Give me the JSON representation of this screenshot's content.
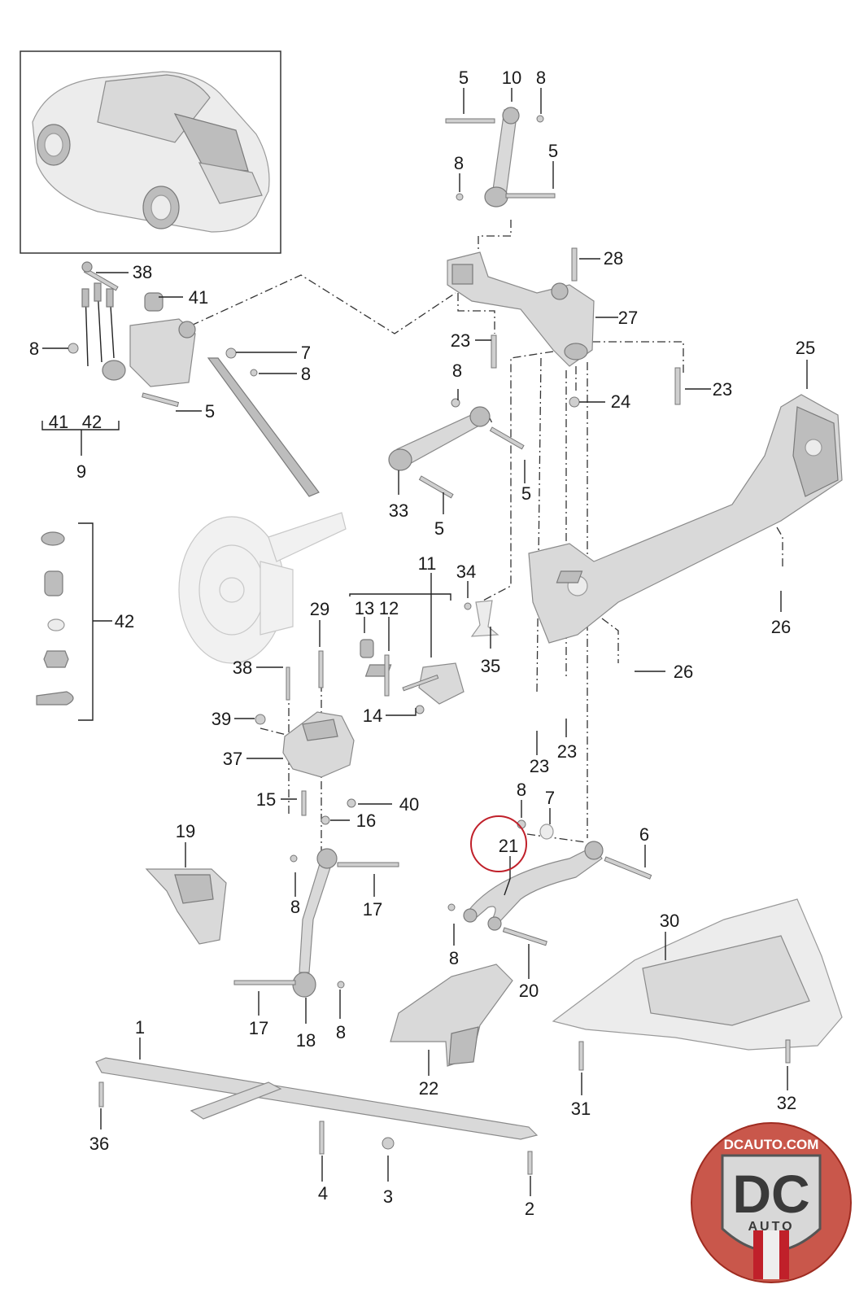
{
  "diagram": {
    "overview_image": {
      "icon": "car-overview-icon"
    },
    "callouts": [
      {
        "id": "c5a",
        "text": "5"
      },
      {
        "id": "c10",
        "text": "10"
      },
      {
        "id": "c8a",
        "text": "8"
      },
      {
        "id": "c8b",
        "text": "8"
      },
      {
        "id": "c5b",
        "text": "5"
      },
      {
        "id": "c38a",
        "text": "38"
      },
      {
        "id": "c41a",
        "text": "41"
      },
      {
        "id": "c28",
        "text": "28"
      },
      {
        "id": "c27",
        "text": "27"
      },
      {
        "id": "c8c",
        "text": "8"
      },
      {
        "id": "c7a",
        "text": "7"
      },
      {
        "id": "c8d",
        "text": "8"
      },
      {
        "id": "c23a",
        "text": "23"
      },
      {
        "id": "c25",
        "text": "25"
      },
      {
        "id": "c23b",
        "text": "23"
      },
      {
        "id": "c8e",
        "text": "8"
      },
      {
        "id": "c24",
        "text": "24"
      },
      {
        "id": "c5c",
        "text": "5"
      },
      {
        "id": "c41b",
        "text": "41"
      },
      {
        "id": "c42a",
        "text": "42"
      },
      {
        "id": "c9",
        "text": "9"
      },
      {
        "id": "c33",
        "text": "33"
      },
      {
        "id": "c5d",
        "text": "5"
      },
      {
        "id": "c5e",
        "text": "5"
      },
      {
        "id": "c11",
        "text": "11"
      },
      {
        "id": "c34",
        "text": "34"
      },
      {
        "id": "c42b",
        "text": "42"
      },
      {
        "id": "c29",
        "text": "29"
      },
      {
        "id": "c13",
        "text": "13"
      },
      {
        "id": "c12",
        "text": "12"
      },
      {
        "id": "c26a",
        "text": "26"
      },
      {
        "id": "c38b",
        "text": "38"
      },
      {
        "id": "c35",
        "text": "35"
      },
      {
        "id": "c26b",
        "text": "26"
      },
      {
        "id": "c39",
        "text": "39"
      },
      {
        "id": "c14",
        "text": "14"
      },
      {
        "id": "c37",
        "text": "37"
      },
      {
        "id": "c23c",
        "text": "23"
      },
      {
        "id": "c23d",
        "text": "23"
      },
      {
        "id": "c15",
        "text": "15"
      },
      {
        "id": "c40",
        "text": "40"
      },
      {
        "id": "c8f",
        "text": "8"
      },
      {
        "id": "c7b",
        "text": "7"
      },
      {
        "id": "c16",
        "text": "16"
      },
      {
        "id": "c19",
        "text": "19"
      },
      {
        "id": "c21",
        "text": "21"
      },
      {
        "id": "c6",
        "text": "6"
      },
      {
        "id": "c30",
        "text": "30"
      },
      {
        "id": "c8g",
        "text": "8"
      },
      {
        "id": "c17a",
        "text": "17"
      },
      {
        "id": "c8h",
        "text": "8"
      },
      {
        "id": "c20",
        "text": "20"
      },
      {
        "id": "c17b",
        "text": "17"
      },
      {
        "id": "c18",
        "text": "18"
      },
      {
        "id": "c8i",
        "text": "8"
      },
      {
        "id": "c1",
        "text": "1"
      },
      {
        "id": "c22",
        "text": "22"
      },
      {
        "id": "c31",
        "text": "31"
      },
      {
        "id": "c32",
        "text": "32"
      },
      {
        "id": "c36",
        "text": "36"
      },
      {
        "id": "c4",
        "text": "4"
      },
      {
        "id": "c3",
        "text": "3"
      },
      {
        "id": "c2",
        "text": "2"
      }
    ],
    "highlight": {
      "callout": "21",
      "color": "#c0202a"
    }
  },
  "watermark": {
    "line1": "DCAUTO.COM",
    "logo_letters": "DC",
    "line2": "AUTO",
    "colors": {
      "ring": "#c0392b",
      "shield": "#cfcfcf",
      "text": "#3a3a3a"
    }
  }
}
